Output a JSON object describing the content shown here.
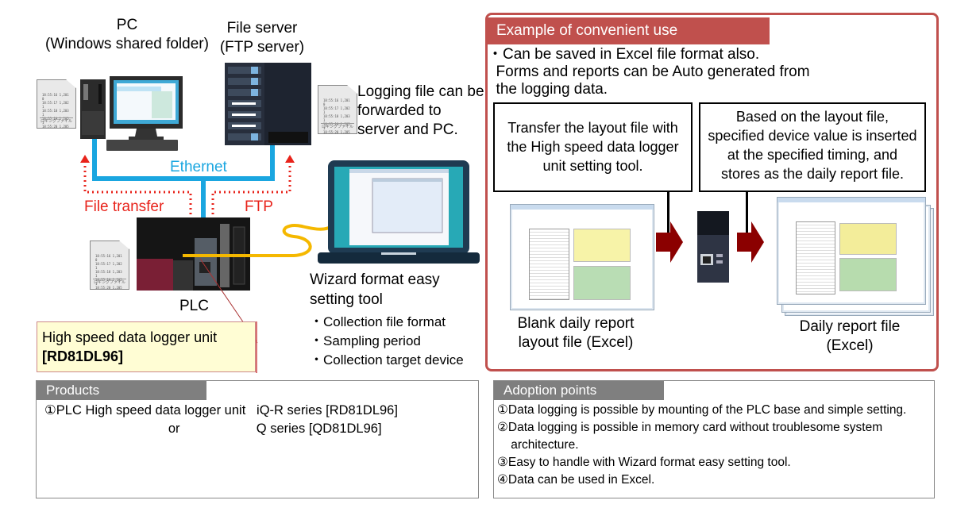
{
  "left_diagram": {
    "pc_label": [
      "PC",
      "(Windows shared folder)"
    ],
    "file_server_label": [
      "File server",
      "(FTP server)"
    ],
    "log_forward_note": [
      "Logging file can be",
      "forwarded to",
      "server and PC."
    ],
    "ethernet_label": "Ethernet",
    "file_transfer_label": "File transfer",
    "ftp_label": "FTP",
    "plc_label": "PLC",
    "logging_file_icon_caption": "ロギングファイル",
    "logging_file_icon_lines": [
      "18:55:16 1,201 0",
      "18:55:17 1,202 1",
      "18:55:18 1,203 1",
      "18:55:19 1,205 1",
      "18:55:20 1,205 0"
    ],
    "wizard_title": [
      "Wizard format easy",
      "setting tool"
    ],
    "wizard_bullets": [
      "・Collection file format",
      "・Sampling period",
      "・Collection target device"
    ],
    "unit_box": {
      "line1": "High speed data logger unit",
      "line2": "[RD81DL96]"
    }
  },
  "example_panel": {
    "title": "Example of convenient use",
    "intro": [
      "・Can be saved in Excel file format also.",
      "  Forms and reports can be Auto generated from",
      "  the logging data."
    ],
    "callout_left": [
      "Transfer the layout file with",
      "the High speed data logger",
      "unit setting tool."
    ],
    "callout_right": [
      "Based on the layout file,",
      "specified device value is inserted",
      "at the specified timing, and",
      "stores as the daily report file."
    ],
    "blank_caption": [
      "Blank daily report",
      "layout file (Excel)"
    ],
    "daily_caption": [
      "Daily report file",
      "(Excel)"
    ]
  },
  "products": {
    "title": "Products",
    "lines": [
      "①PLC High speed data logger unit   iQ-R series [RD81DL96]",
      "                                  or                     Q series [QD81DL96]"
    ]
  },
  "adoption": {
    "title": "Adoption points",
    "lines": [
      "①Data logging is possible by mounting of the PLC base and simple setting.",
      "②Data logging is possible in memory card without troublesome system",
      "    architecture.",
      "③Easy to handle with Wizard format easy setting tool.",
      "④Data can be used in Excel."
    ]
  },
  "colors": {
    "ethernet": "#1aa6e0",
    "transfer_arrows": "#e8231b",
    "panel_accent": "#c0504d",
    "arrow_fill": "#8b0000",
    "tab_gray": "#7f7f7f",
    "unit_box_bg": "#fffdd4",
    "cable": "#f5b800"
  }
}
